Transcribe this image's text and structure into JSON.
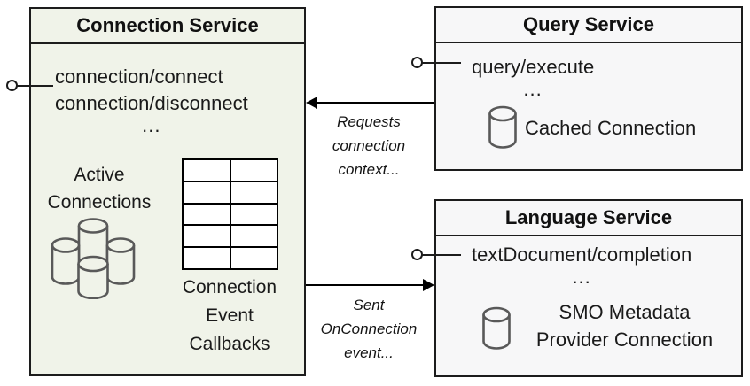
{
  "colors": {
    "connection_box_fill": "#f0f3e9",
    "service_box_fill": "#f7f7f8",
    "border": "#1c1c1c",
    "icon_gray": "#595959",
    "text": "#1a1a1a"
  },
  "connection_service": {
    "title": "Connection Service",
    "methods": [
      "connection/connect",
      "connection/disconnect"
    ],
    "ellipsis": "...",
    "active_connections": [
      "Active",
      "Connections"
    ],
    "callbacks_label": [
      "Connection",
      "Event",
      "Callbacks"
    ]
  },
  "query_service": {
    "title": "Query Service",
    "methods": [
      "query/execute"
    ],
    "ellipsis": "...",
    "cached_connection_label": "Cached Connection"
  },
  "language_service": {
    "title": "Language Service",
    "methods": [
      "textDocument/completion"
    ],
    "ellipsis": "...",
    "smo_label": [
      "SMO Metadata",
      "Provider Connection"
    ]
  },
  "arrows": {
    "requests": [
      "Requests",
      "connection",
      "context..."
    ],
    "sent": [
      "Sent",
      "OnConnection",
      "event..."
    ]
  }
}
